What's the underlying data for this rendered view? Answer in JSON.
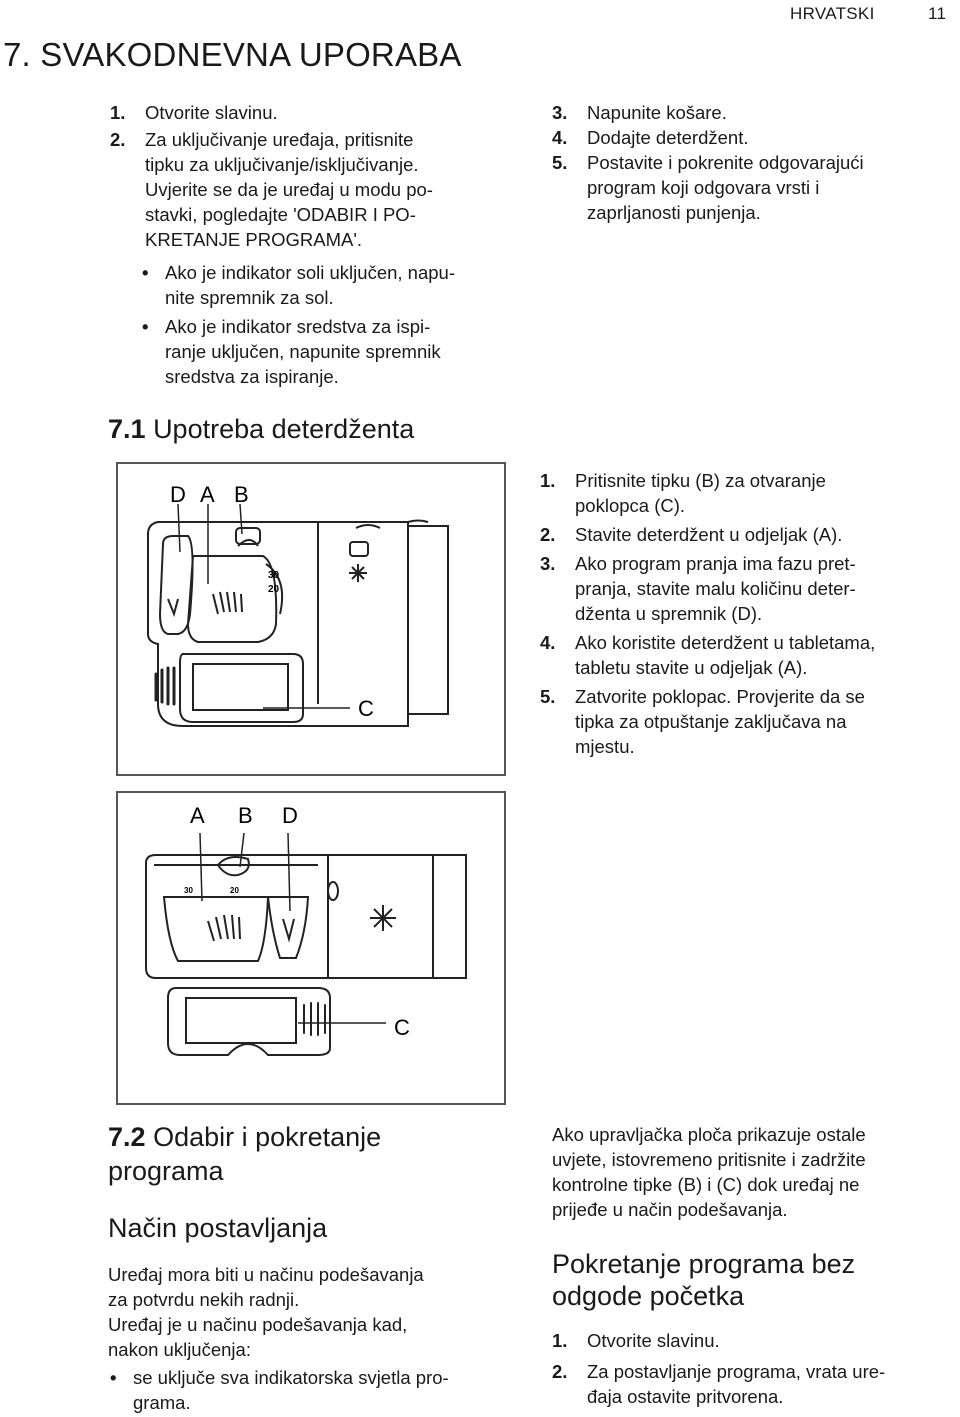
{
  "header": {
    "language": "HRVATSKI",
    "page_number": "11"
  },
  "section": {
    "title": "7. SVAKODNEVNA UPORABA",
    "left_steps": [
      {
        "num": "1.",
        "text": "Otvorite slavinu."
      },
      {
        "num": "2.",
        "text_lines": [
          "Za uključivanje uređaja, pritisnite",
          "tipku za uključivanje/isključivanje.",
          "Uvjerite se da je uređaj u modu po-",
          "stavki, pogledajte 'ODABIR I PO-",
          "KRETANJE PROGRAMA'."
        ]
      }
    ],
    "left_bullets": [
      {
        "lines": [
          "Ako je indikator soli uključen, napu-",
          "nite spremnik za sol."
        ]
      },
      {
        "lines": [
          "Ako je indikator sredstva za ispi-",
          "ranje uključen, napunite spremnik",
          "sredstva za ispiranje."
        ]
      }
    ],
    "right_steps": [
      {
        "num": "3.",
        "text": "Napunite košare."
      },
      {
        "num": "4.",
        "text": "Dodajte deterdžent."
      },
      {
        "num": "5.",
        "text_lines": [
          "Postavite i pokrenite odgovarajući",
          "program koji odgovara vrsti i",
          "zaprljanosti punjenja."
        ]
      }
    ]
  },
  "sub1": {
    "num": "7.1",
    "title": "Upotreba deterdženta",
    "steps": [
      {
        "num": "1.",
        "lines": [
          "Pritisnite tipku (B) za otvaranje",
          "poklopca (C)."
        ]
      },
      {
        "num": "2.",
        "lines": [
          "Stavite deterdžent u odjeljak (A)."
        ]
      },
      {
        "num": "3.",
        "lines": [
          "Ako program pranja ima fazu pret-",
          "pranja, stavite malu količinu deter-",
          "dženta u spremnik (D)."
        ]
      },
      {
        "num": "4.",
        "lines": [
          "Ako koristite deterdžent u tabletama,",
          "tabletu stavite u odjeljak (A)."
        ]
      },
      {
        "num": "5.",
        "lines": [
          "Zatvorite poklopac. Provjerite da se",
          "tipka za otpuštanje zaključava na",
          "mjestu."
        ]
      }
    ],
    "figure1": {
      "labels": [
        "D",
        "A",
        "B",
        "C"
      ],
      "dial": [
        "30",
        "20"
      ]
    },
    "figure2": {
      "labels": [
        "A",
        "B",
        "D",
        "C"
      ],
      "dial": [
        "30",
        "20"
      ]
    }
  },
  "sub2": {
    "num": "7.2",
    "title_lines": [
      "Odabir i pokretanje",
      "programa"
    ],
    "subhead": "Način postavljanja",
    "para_lines": [
      "Uređaj mora biti u načinu podešavanja",
      "za potvrdu nekih radnji.",
      "Uređaj je u načinu podešavanja kad,",
      "nakon uključenja:"
    ],
    "bullet_lines": [
      "se uključe sva indikatorska svjetla pro-",
      "grama."
    ],
    "right_para_lines": [
      "Ako upravljačka ploča prikazuje ostale",
      "uvjete, istovremeno pritisnite i zadržite",
      "kontrolne tipke (B) i (C) dok uređaj ne",
      "prijeđe u način podešavanja."
    ],
    "right_subhead_lines": [
      "Pokretanje programa bez",
      "odgode početka"
    ],
    "right_steps": [
      {
        "num": "1.",
        "lines": [
          "Otvorite slavinu."
        ]
      },
      {
        "num": "2.",
        "lines": [
          "Za postavljanje programa, vrata ure-",
          "đaja ostavite pritvorena."
        ]
      }
    ]
  }
}
